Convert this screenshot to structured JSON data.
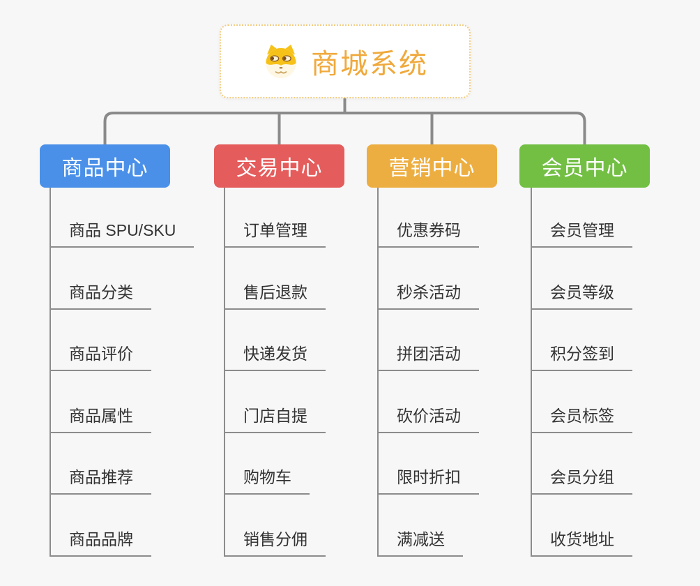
{
  "root": {
    "title": "商城系统",
    "icon": "dog-face-icon"
  },
  "branches": [
    {
      "label": "商品中心",
      "color": "#4a90e8",
      "children": [
        "商品 SPU/SKU",
        "商品分类",
        "商品评价",
        "商品属性",
        "商品推荐",
        "商品品牌"
      ]
    },
    {
      "label": "交易中心",
      "color": "#e55c5c",
      "children": [
        "订单管理",
        "售后退款",
        "快递发货",
        "门店自提",
        "购物车",
        "销售分佣"
      ]
    },
    {
      "label": "营销中心",
      "color": "#edae41",
      "children": [
        "优惠券码",
        "秒杀活动",
        "拼团活动",
        "砍价活动",
        "限时折扣",
        "满减送"
      ]
    },
    {
      "label": "会员中心",
      "color": "#72bf44",
      "children": [
        "会员管理",
        "会员等级",
        "积分签到",
        "会员标签",
        "会员分组",
        "收货地址"
      ]
    }
  ],
  "colors": {
    "background": "#f7f7f7",
    "connector": "#8a8a8a",
    "item_text": "#333333",
    "item_underline": "#8c8c8c",
    "root_border": "#f3cc80",
    "root_title": "#f0a93c"
  }
}
